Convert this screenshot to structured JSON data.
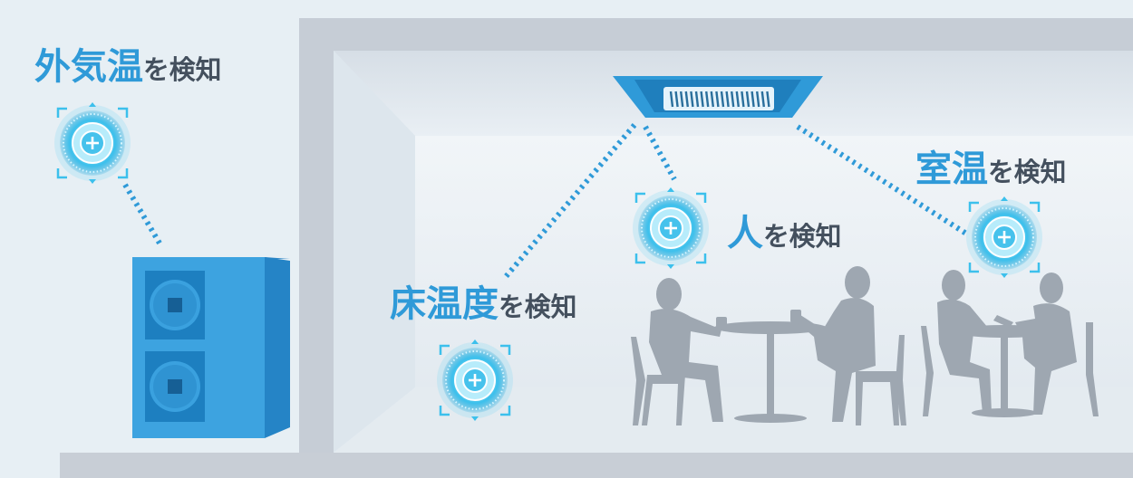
{
  "colors": {
    "background": "#e7eff4",
    "wall": "#c5ccd5",
    "accent_blue": "#2f9ad8",
    "label_dark": "#44505e",
    "silhouette": "#9aa3ad",
    "sensor_glow": "#5fd0f2"
  },
  "labels": {
    "outdoor": {
      "highlight": "外気温",
      "suffix": "を検知"
    },
    "room": {
      "highlight": "室温",
      "suffix": "を検知"
    },
    "person": {
      "highlight": "人",
      "suffix": "を検知"
    },
    "floor": {
      "highlight": "床温度",
      "suffix": "を検知"
    }
  },
  "icons": {
    "sensor": "sensor-target-icon",
    "outdoor_unit": "outdoor-unit-icon",
    "ceiling_unit": "ceiling-cassette-icon",
    "people": "person-silhouette-icon"
  }
}
